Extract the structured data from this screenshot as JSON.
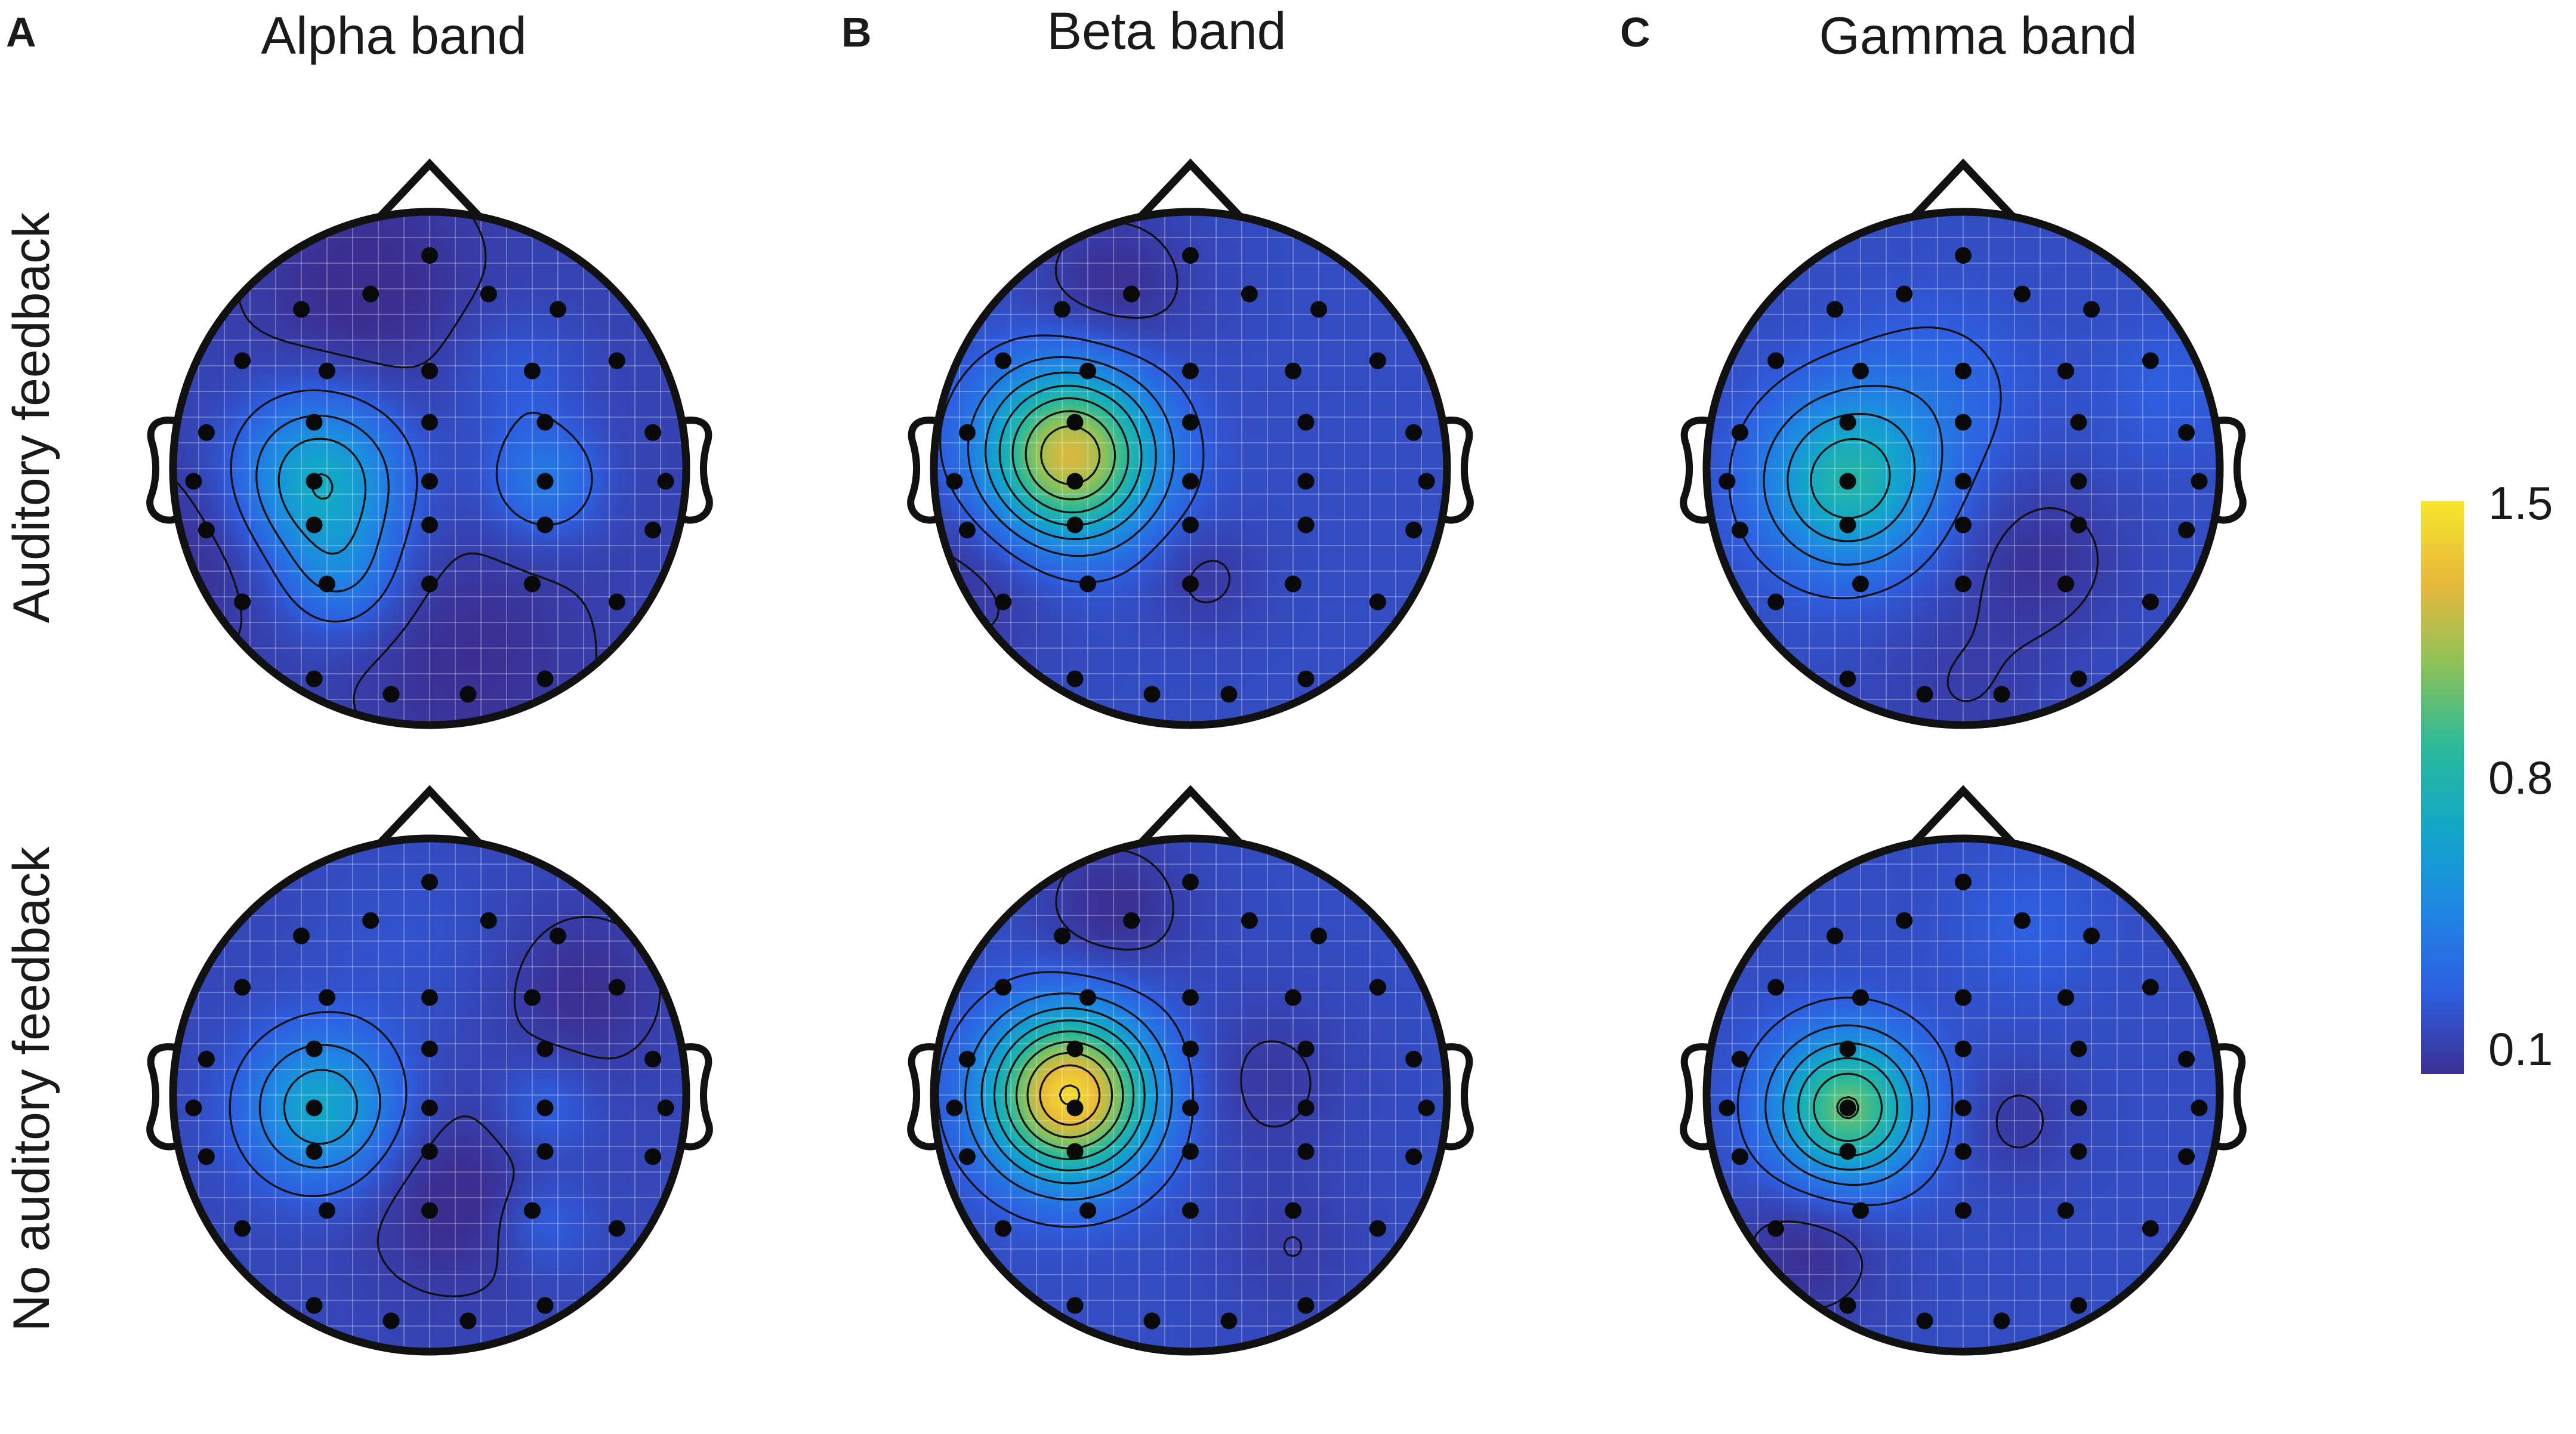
{
  "chart_data": {
    "type": "heatmap",
    "description_kind": "EEG scalp topographic maps",
    "panels": [
      {
        "letter": "A",
        "title": "Alpha band"
      },
      {
        "letter": "B",
        "title": "Beta band"
      },
      {
        "letter": "C",
        "title": "Gamma band"
      }
    ],
    "rows": [
      {
        "label": "Auditory feedback"
      },
      {
        "label": "No auditory feedback"
      }
    ],
    "colorbar": {
      "min": 0.1,
      "max": 1.5,
      "ticks": [
        "1.5",
        "0.8",
        "0.1"
      ],
      "colormap": [
        "#3b2f92",
        "#2e5fe0",
        "#1f86e3",
        "#12a7c9",
        "#2bb99a",
        "#8cc25a",
        "#e8b83a",
        "#f5e62c"
      ]
    },
    "electrodes": [
      [
        0.0,
        -0.83
      ],
      [
        -0.23,
        -0.68
      ],
      [
        0.23,
        -0.68
      ],
      [
        -0.5,
        -0.62
      ],
      [
        0.5,
        -0.62
      ],
      [
        -0.73,
        -0.42
      ],
      [
        -0.4,
        -0.38
      ],
      [
        0.0,
        -0.38
      ],
      [
        0.4,
        -0.38
      ],
      [
        0.73,
        -0.42
      ],
      [
        -0.87,
        -0.14
      ],
      [
        -0.45,
        -0.18
      ],
      [
        0.0,
        -0.18
      ],
      [
        0.45,
        -0.18
      ],
      [
        0.87,
        -0.14
      ],
      [
        -0.92,
        0.05
      ],
      [
        -0.45,
        0.05
      ],
      [
        0.0,
        0.05
      ],
      [
        0.45,
        0.05
      ],
      [
        0.92,
        0.05
      ],
      [
        -0.87,
        0.24
      ],
      [
        -0.45,
        0.22
      ],
      [
        0.0,
        0.22
      ],
      [
        0.45,
        0.22
      ],
      [
        0.87,
        0.24
      ],
      [
        -0.73,
        0.52
      ],
      [
        -0.4,
        0.45
      ],
      [
        0.0,
        0.45
      ],
      [
        0.4,
        0.45
      ],
      [
        0.73,
        0.52
      ],
      [
        -0.45,
        0.82
      ],
      [
        -0.15,
        0.88
      ],
      [
        0.15,
        0.88
      ],
      [
        0.45,
        0.82
      ]
    ],
    "maps": [
      {
        "row": 0,
        "col": 0,
        "base": 0.18,
        "sources": [
          {
            "x": -0.43,
            "y": 0.05,
            "amp": 0.55,
            "sigma": 0.22
          },
          {
            "x": 0.45,
            "y": 0.05,
            "amp": 0.25,
            "sigma": 0.15
          },
          {
            "x": -0.35,
            "y": 0.42,
            "amp": 0.22,
            "sigma": 0.16
          },
          {
            "x": 0.35,
            "y": -0.35,
            "amp": 0.1,
            "sigma": 0.18
          },
          {
            "x": -0.25,
            "y": -0.7,
            "amp": -0.1,
            "sigma": 0.28
          },
          {
            "x": 0.15,
            "y": 0.72,
            "amp": -0.08,
            "sigma": 0.3
          },
          {
            "x": -0.85,
            "y": 0.3,
            "amp": -0.08,
            "sigma": 0.25
          }
        ]
      },
      {
        "row": 0,
        "col": 1,
        "base": 0.22,
        "sources": [
          {
            "x": -0.47,
            "y": -0.05,
            "amp": 1.05,
            "sigma": 0.23
          },
          {
            "x": -0.3,
            "y": -0.7,
            "amp": -0.12,
            "sigma": 0.22
          },
          {
            "x": -0.85,
            "y": 0.4,
            "amp": -0.1,
            "sigma": 0.25
          },
          {
            "x": 0.05,
            "y": 0.42,
            "amp": -0.08,
            "sigma": 0.15
          }
        ]
      },
      {
        "row": 0,
        "col": 2,
        "base": 0.22,
        "sources": [
          {
            "x": -0.45,
            "y": 0.05,
            "amp": 0.6,
            "sigma": 0.23
          },
          {
            "x": -0.1,
            "y": -0.3,
            "amp": 0.12,
            "sigma": 0.25
          },
          {
            "x": 0.3,
            "y": 0.35,
            "amp": -0.1,
            "sigma": 0.22
          },
          {
            "x": 0.8,
            "y": -0.3,
            "amp": 0.08,
            "sigma": 0.2
          },
          {
            "x": 0.0,
            "y": 0.85,
            "amp": -0.06,
            "sigma": 0.25
          }
        ]
      },
      {
        "row": 1,
        "col": 0,
        "base": 0.2,
        "sources": [
          {
            "x": -0.42,
            "y": 0.05,
            "amp": 0.5,
            "sigma": 0.2
          },
          {
            "x": 0.45,
            "y": 0.05,
            "amp": 0.12,
            "sigma": 0.13
          },
          {
            "x": 0.45,
            "y": 0.5,
            "amp": 0.12,
            "sigma": 0.13
          },
          {
            "x": 0.1,
            "y": 0.4,
            "amp": -0.12,
            "sigma": 0.26
          },
          {
            "x": 0.6,
            "y": -0.4,
            "amp": -0.1,
            "sigma": 0.22
          },
          {
            "x": -0.1,
            "y": -0.6,
            "amp": 0.05,
            "sigma": 0.25
          }
        ]
      },
      {
        "row": 1,
        "col": 1,
        "base": 0.22,
        "sources": [
          {
            "x": -0.47,
            "y": 0.0,
            "amp": 1.22,
            "sigma": 0.22
          },
          {
            "x": -0.3,
            "y": -0.72,
            "amp": -0.12,
            "sigma": 0.2
          },
          {
            "x": 0.3,
            "y": -0.05,
            "amp": -0.08,
            "sigma": 0.22
          },
          {
            "x": 0.4,
            "y": 0.6,
            "amp": -0.06,
            "sigma": 0.2
          }
        ]
      },
      {
        "row": 1,
        "col": 2,
        "base": 0.22,
        "sources": [
          {
            "x": -0.45,
            "y": 0.05,
            "amp": 0.8,
            "sigma": 0.2
          },
          {
            "x": 0.25,
            "y": -0.65,
            "amp": 0.08,
            "sigma": 0.22
          },
          {
            "x": 0.2,
            "y": 0.1,
            "amp": -0.08,
            "sigma": 0.15
          },
          {
            "x": -0.6,
            "y": 0.6,
            "amp": -0.12,
            "sigma": 0.2
          }
        ]
      }
    ]
  }
}
